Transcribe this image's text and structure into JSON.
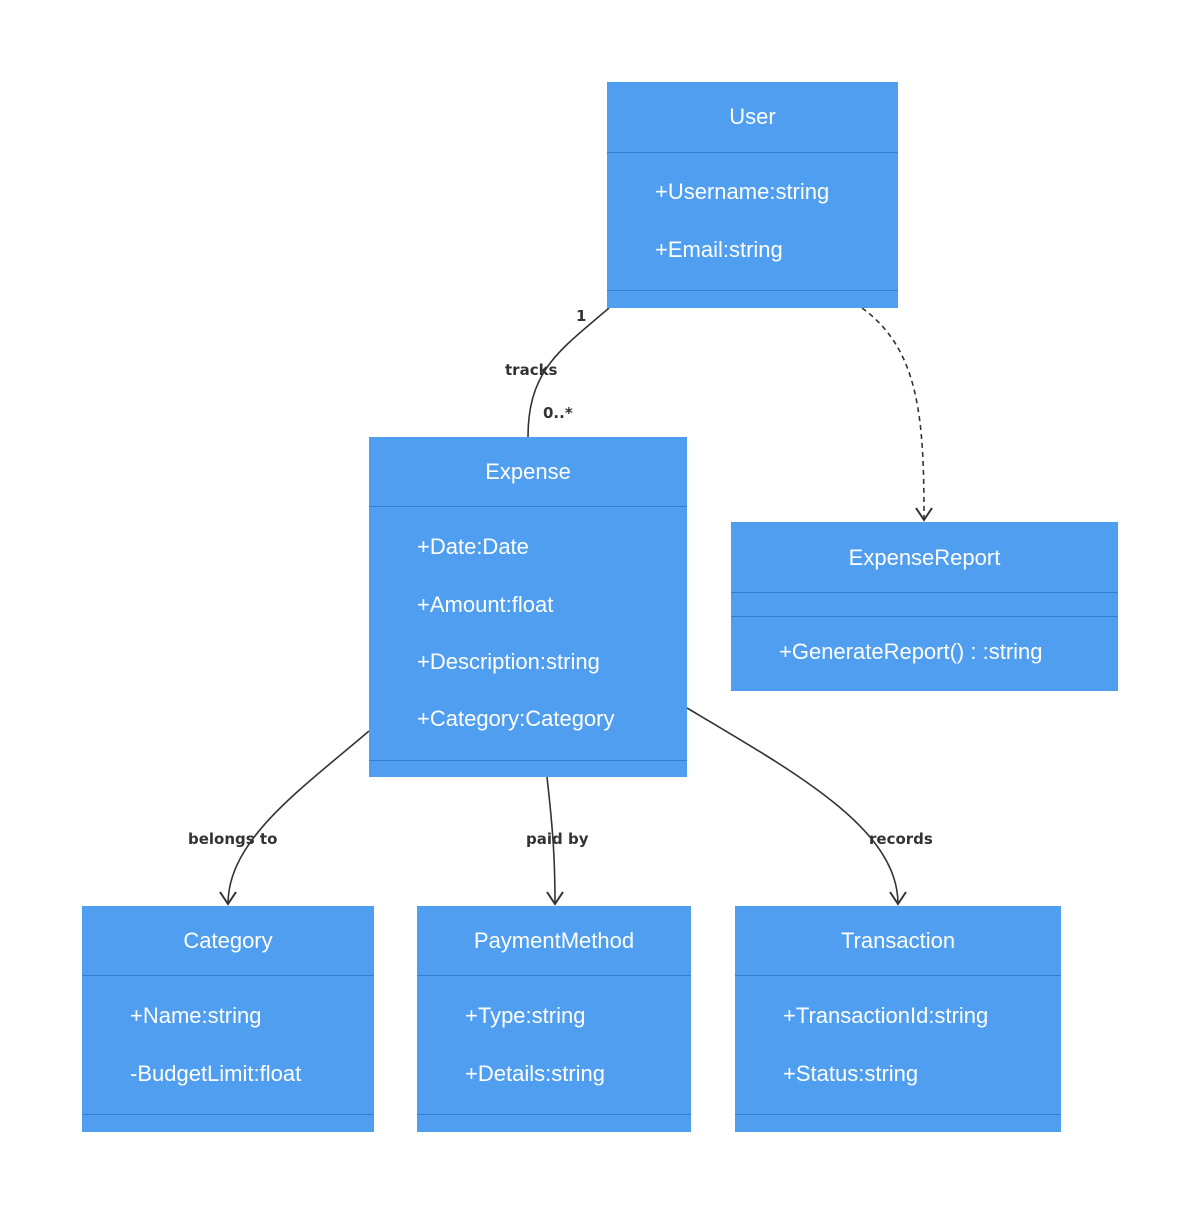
{
  "classes": {
    "user": {
      "name": "User",
      "attributes": [
        "+Username:string",
        "+Email:string"
      ],
      "methods": []
    },
    "expense": {
      "name": "Expense",
      "attributes": [
        "+Date:Date",
        "+Amount:float",
        "+Description:string",
        "+Category:Category"
      ],
      "methods": []
    },
    "expense_report": {
      "name": "ExpenseReport",
      "attributes": [],
      "methods": [
        "+GenerateReport() : :string"
      ]
    },
    "category": {
      "name": "Category",
      "attributes": [
        "+Name:string",
        "-BudgetLimit:float"
      ],
      "methods": []
    },
    "payment_method": {
      "name": "PaymentMethod",
      "attributes": [
        "+Type:string",
        "+Details:string"
      ],
      "methods": []
    },
    "transaction": {
      "name": "Transaction",
      "attributes": [
        "+TransactionId:string",
        "+Status:string"
      ],
      "methods": []
    }
  },
  "relations": {
    "tracks": {
      "label": "tracks",
      "from_multiplicity": "1",
      "to_multiplicity": "0..*"
    },
    "belongs_to": {
      "label": "belongs to"
    },
    "paid_by": {
      "label": "paid by"
    },
    "records": {
      "label": "records"
    },
    "generates": {
      "style": "dashed dependency"
    }
  },
  "colors": {
    "class_fill": "#4f9ef0",
    "divider": "#2f7fd6",
    "edge": "#333333",
    "text": "#ffffff"
  }
}
